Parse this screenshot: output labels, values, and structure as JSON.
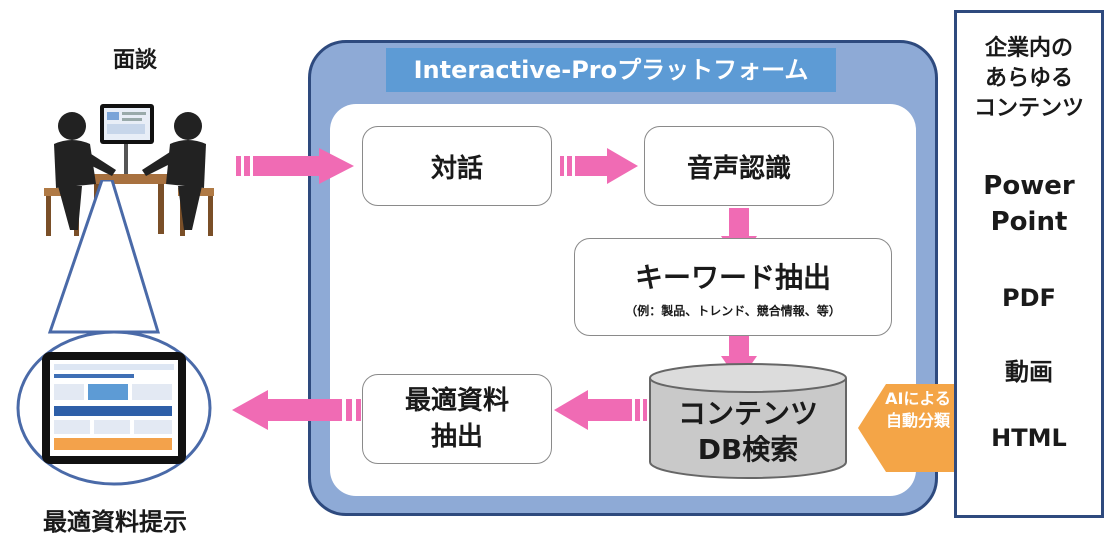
{
  "meeting": {
    "title": "面談",
    "result_title": "最適資料提示"
  },
  "platform": {
    "title_brand": "Interactive-Pro",
    "title_suffix": "プラットフォーム"
  },
  "steps": {
    "dialogue": "対話",
    "speech_recognition": "音声認識",
    "keyword_extraction": "キーワード抽出",
    "keyword_examples": "（例：製品、トレンド、競合情報、等）",
    "db_search_line1": "コンテンツ",
    "db_search_line2": "DB検索",
    "material_line1": "最適資料",
    "material_line2": "抽出"
  },
  "ai_badge": {
    "line1": "AIによる",
    "line2": "自動分類"
  },
  "content_panel": {
    "heading_lines": [
      "企業内の",
      "あらゆる",
      "コンテンツ"
    ],
    "items": [
      "Power Point",
      "PDF",
      "動画",
      "HTML"
    ]
  },
  "colors": {
    "arrow": "#f06bb4",
    "platform_bg": "#8eaad6",
    "platform_border": "#2e4a7e",
    "title_bar": "#5d9bd5",
    "ai_badge": "#f4a547",
    "db_cylinder": "#c9c9c9"
  },
  "icons": [
    "meeting-people-icon",
    "tablet-icon",
    "database-cylinder-icon",
    "arrow-right-icon",
    "arrow-down-icon",
    "arrow-left-icon"
  ]
}
